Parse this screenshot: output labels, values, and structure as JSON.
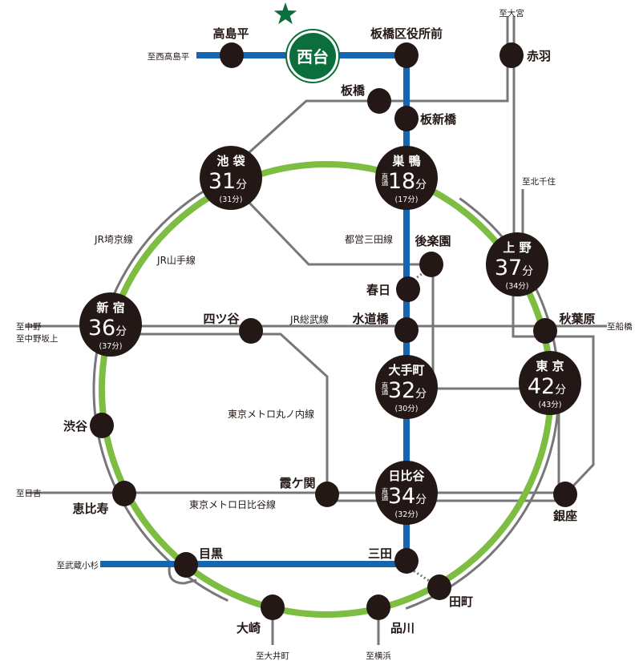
{
  "colors": {
    "station": "#231815",
    "origin": "#0a6f3c",
    "yamanote": "#7dbd42",
    "mita_line": "#1565b0",
    "other_lines": "#777777"
  },
  "origin": {
    "name": "西台",
    "marker": "star-icon"
  },
  "stations": {
    "takashimadaira": {
      "name": "高島平"
    },
    "kuyakushomae": {
      "name": "板橋区役所前"
    },
    "akabane": {
      "name": "赤羽"
    },
    "itabashi": {
      "name": "板橋"
    },
    "itashinbashi": {
      "name": "板新橋"
    },
    "korakuen": {
      "name": "後楽園"
    },
    "kasuga": {
      "name": "春日"
    },
    "suidobashi": {
      "name": "水道橋"
    },
    "yotsuya": {
      "name": "四ツ谷"
    },
    "akihabara": {
      "name": "秋葉原"
    },
    "shibuya": {
      "name": "渋谷"
    },
    "ebisu": {
      "name": "恵比寿"
    },
    "kasumigaseki": {
      "name": "霞ケ関"
    },
    "ginza": {
      "name": "銀座"
    },
    "meguro": {
      "name": "目黒"
    },
    "mita": {
      "name": "三田"
    },
    "tamachi": {
      "name": "田町"
    },
    "osaki": {
      "name": "大崎"
    },
    "shinagawa": {
      "name": "品川"
    }
  },
  "hubs": {
    "ikebukuro": {
      "name": "池 袋",
      "time": "31",
      "unit": "分",
      "sub": "(31分)",
      "direct": ""
    },
    "sugamo": {
      "name": "巣 鴨",
      "time": "18",
      "unit": "分",
      "sub": "(17分)",
      "direct": "直通"
    },
    "ueno": {
      "name": "上 野",
      "time": "37",
      "unit": "分",
      "sub": "(34分)",
      "direct": ""
    },
    "shinjuku": {
      "name": "新 宿",
      "time": "36",
      "unit": "分",
      "sub": "(37分)",
      "direct": ""
    },
    "otemachi": {
      "name": "大手町",
      "time": "32",
      "unit": "分",
      "sub": "(30分)",
      "direct": "直通"
    },
    "tokyo": {
      "name": "東 京",
      "time": "42",
      "unit": "分",
      "sub": "(43分)",
      "direct": ""
    },
    "hibiya": {
      "name": "日比谷",
      "time": "34",
      "unit": "分",
      "sub": "(32分)",
      "direct": "直通"
    }
  },
  "directions": {
    "nishitakashimadaira": "至西高島平",
    "omiya": "至大宮",
    "kitasenju": "至北千住",
    "nakano": "至中野",
    "nakanosakaue": "至中野坂上",
    "funabashi": "至船橋",
    "hiyoshi": "至日吉",
    "musashikosugi": "至武蔵小杉",
    "oimachi": "至大井町",
    "yokohama": "至横浜"
  },
  "line_labels": {
    "saikyo": "JR埼京線",
    "yamanote": "JR山手線",
    "mita": "都営三田線",
    "sobu": "JR総武線",
    "marunouchi": "東京メトロ丸ノ内線",
    "hibiya": "東京メトロ日比谷線"
  }
}
